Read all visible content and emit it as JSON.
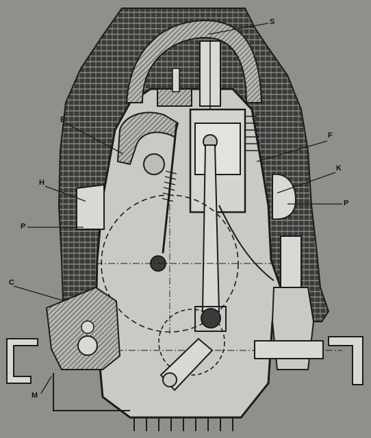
{
  "diagram": {
    "callouts": {
      "s": "S",
      "e": "E",
      "f": "F",
      "h": "H",
      "k": "K",
      "p_left": "P",
      "p_right": "P",
      "c": "C",
      "m": "M"
    },
    "colors": {
      "paper": "#8f8f8c",
      "ink": "#1c1c1c",
      "hatch": "#2a2a2a",
      "light": "#c9c9c5"
    }
  }
}
